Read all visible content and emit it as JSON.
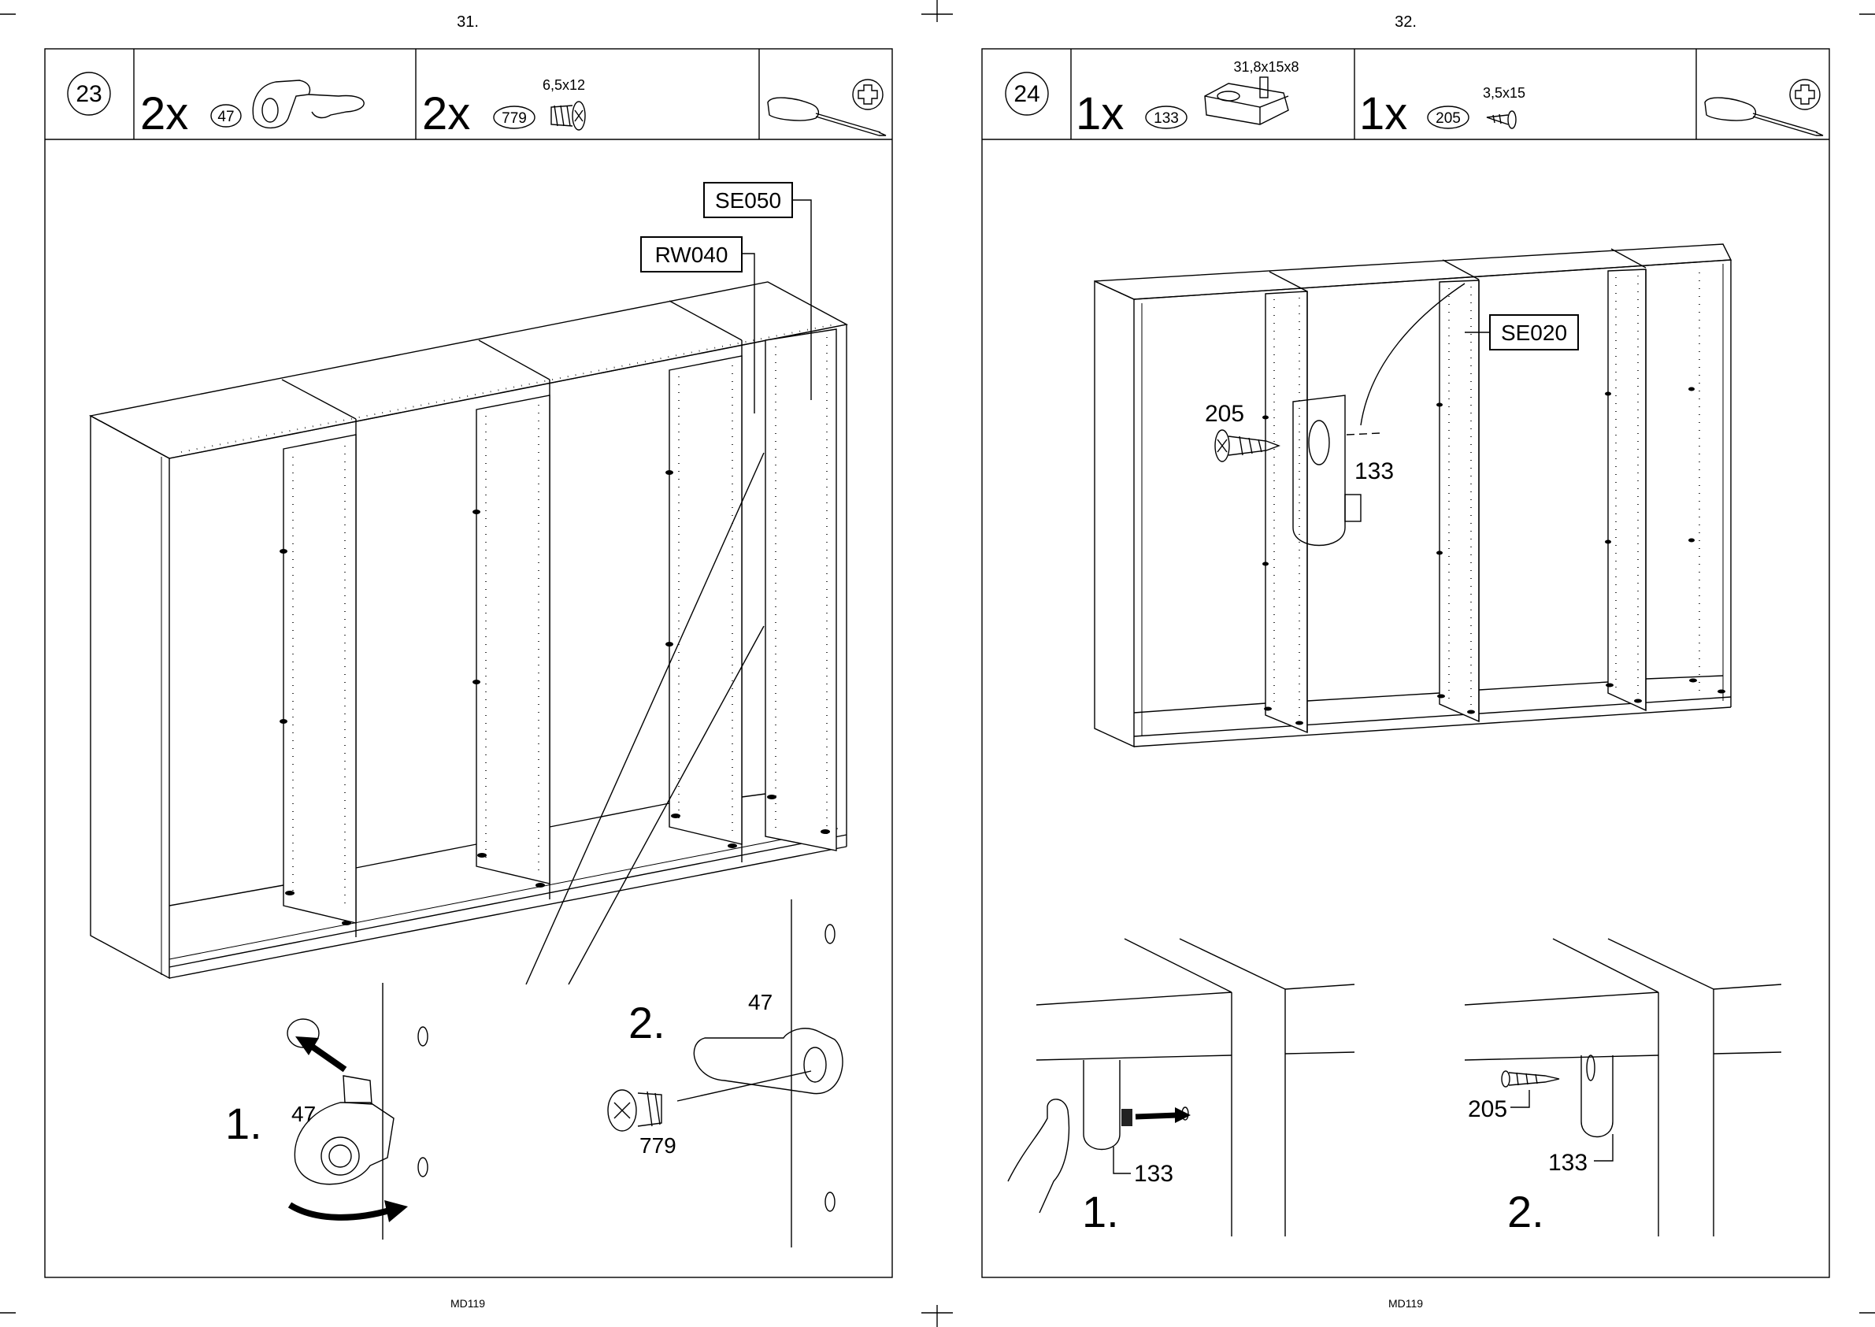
{
  "pages": [
    {
      "number": "31.",
      "footer": "MD119",
      "step": "23",
      "parts": [
        {
          "qty": "2x",
          "part_no": "47",
          "spec": ""
        },
        {
          "qty": "2x",
          "part_no": "779",
          "spec": "6,5x12"
        }
      ],
      "labels": [
        "SE050",
        "RW040"
      ],
      "detail": {
        "step1": "1.",
        "step2": "2.",
        "callout_47_a": "47",
        "callout_47_b": "47",
        "callout_779": "779"
      }
    },
    {
      "number": "32.",
      "footer": "MD119",
      "step": "24",
      "parts": [
        {
          "qty": "1x",
          "part_no": "133",
          "spec": "31,8x15x8"
        },
        {
          "qty": "1x",
          "part_no": "205",
          "spec": "3,5x15"
        }
      ],
      "labels": [
        "SE020"
      ],
      "detail": {
        "callout_205": "205",
        "callout_133": "133",
        "step1": "1.",
        "step2": "2.",
        "sub1_133": "133",
        "sub2_205": "205",
        "sub2_133": "133"
      }
    }
  ],
  "icons": [
    "screwdriver-icon",
    "phillips-head-icon",
    "cam-lock-fitting-icon",
    "screw-icon",
    "connector-block-icon"
  ]
}
